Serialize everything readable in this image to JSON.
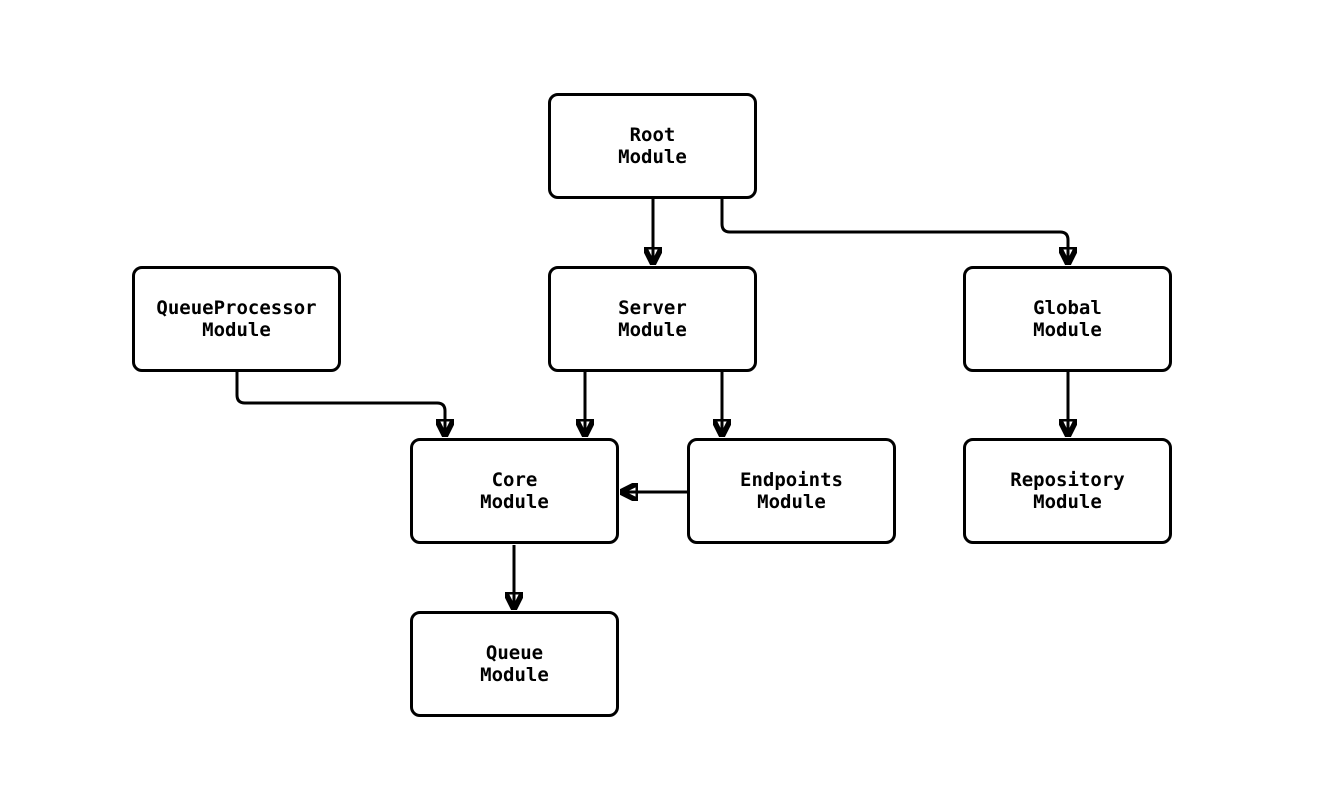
{
  "diagram": {
    "type": "flowchart",
    "background_color": "#ffffff",
    "node_fill_color": "#ffffff",
    "node_border_color": "#000000",
    "edge_color": "#000000",
    "nodes": [
      {
        "id": "root",
        "label": "Root\nModule"
      },
      {
        "id": "queueprocessor",
        "label": "QueueProcessor\nModule"
      },
      {
        "id": "server",
        "label": "Server\nModule"
      },
      {
        "id": "global",
        "label": "Global\nModule"
      },
      {
        "id": "core",
        "label": "Core\nModule"
      },
      {
        "id": "endpoints",
        "label": "Endpoints\nModule"
      },
      {
        "id": "repository",
        "label": "Repository\nModule"
      },
      {
        "id": "queue",
        "label": "Queue\nModule"
      }
    ],
    "edges": [
      {
        "from": "root",
        "to": "server"
      },
      {
        "from": "root",
        "to": "global"
      },
      {
        "from": "queueprocessor",
        "to": "core"
      },
      {
        "from": "server",
        "to": "core"
      },
      {
        "from": "server",
        "to": "endpoints"
      },
      {
        "from": "endpoints",
        "to": "core"
      },
      {
        "from": "global",
        "to": "repository"
      },
      {
        "from": "core",
        "to": "queue"
      }
    ]
  }
}
